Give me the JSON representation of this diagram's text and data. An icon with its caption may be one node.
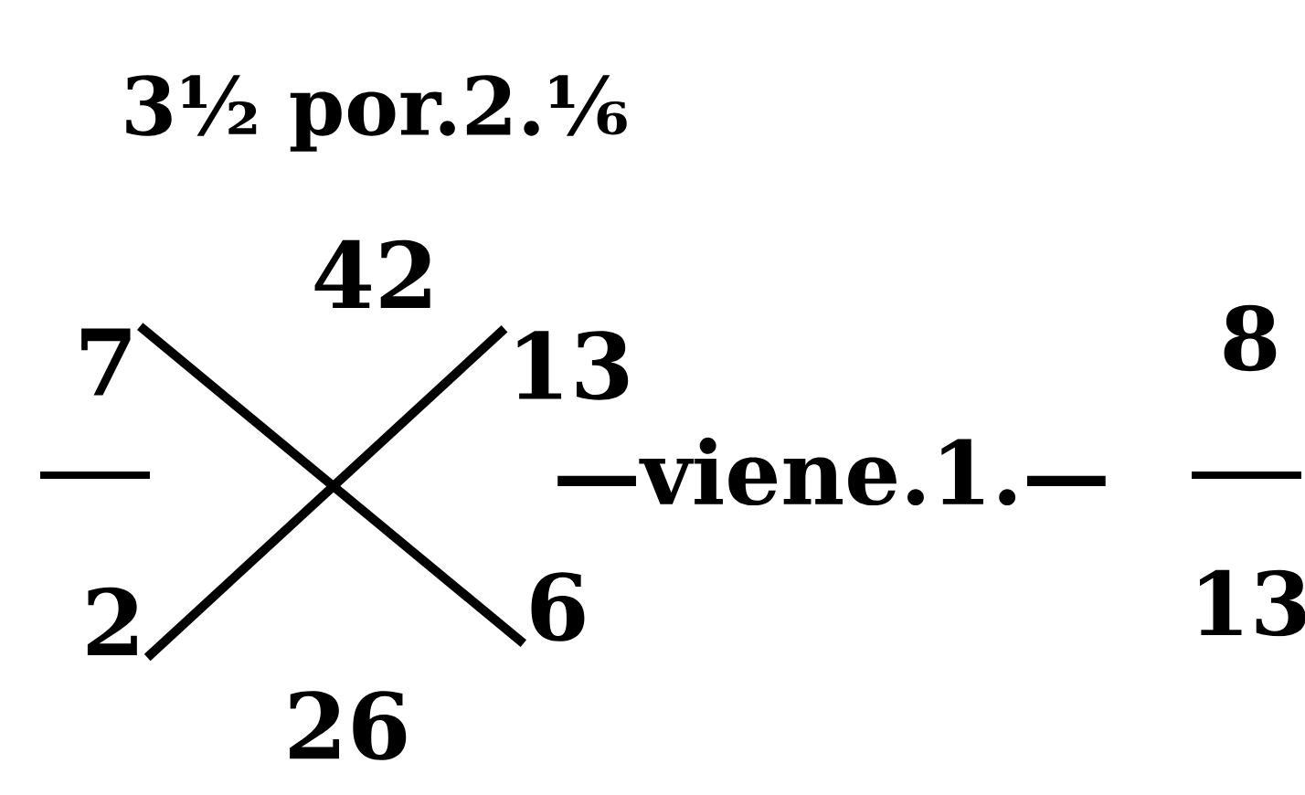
{
  "diagram": {
    "nodes": [
      {
        "text": [
          "7"
        ]
      },
      {
        "text": [
          "2"
        ]
      },
      {
        "text": [
          "13"
        ]
      },
      {
        "text": [
          "6"
        ]
      }
    ],
    "edges": [
      {
        "from": 0,
        "to": 3,
        "arrow": "none"
      },
      {
        "from": 1,
        "to": 2,
        "arrow": "none"
      }
    ],
    "labels": [
      "3½ por.2.⅙",
      "42",
      "26",
      "—viene.1.—",
      "8",
      "13"
    ]
  }
}
